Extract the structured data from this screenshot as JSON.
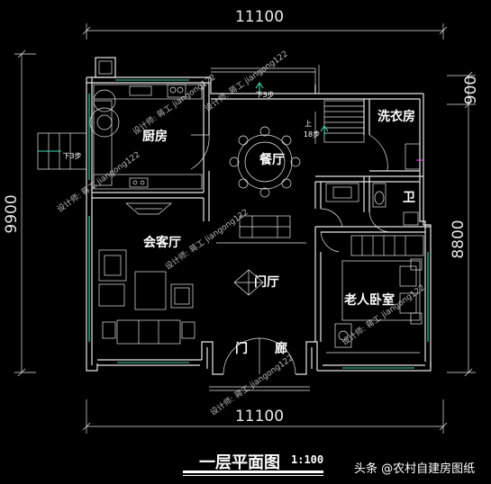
{
  "dimensions": {
    "top_width": "11100",
    "bottom_width": "11100",
    "left_height": "9900",
    "right_height": "8800",
    "right_small": "900"
  },
  "rooms": {
    "kitchen": "厨房",
    "dining": "餐厅",
    "living": "会客厅",
    "foyer": "门厅",
    "laundry": "洗衣房",
    "bathroom": "卫",
    "elder_bedroom": "老人卧室",
    "entrance_door": "门",
    "entrance_porch": "廊"
  },
  "annotations": {
    "step_down_top": "下3步",
    "step_down_left": "下3步",
    "stair_up": "上",
    "stair_count": "18步"
  },
  "watermark": "设计师: 蒋工 jiangong122",
  "title": "一层平面图",
  "scale": "1:100",
  "credit": "头条 @农村自建房图纸"
}
